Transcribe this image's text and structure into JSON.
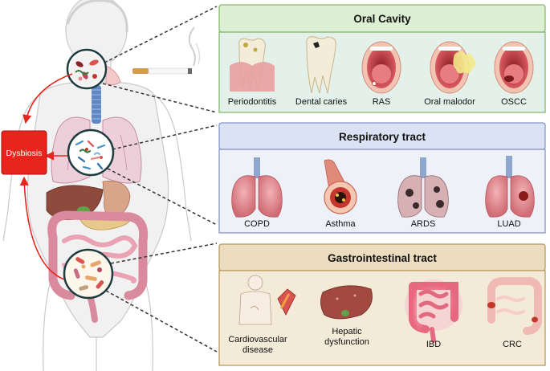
{
  "sections": [
    {
      "title": "Oral Cavity",
      "items": [
        {
          "label": "Periodontitis",
          "icon": "periodontitis-tooth-icon"
        },
        {
          "label": "Dental caries",
          "icon": "caries-tooth-icon"
        },
        {
          "label": "RAS",
          "icon": "mouth-ulcer-icon"
        },
        {
          "label": "Oral malodor",
          "icon": "mouth-malodor-icon"
        },
        {
          "label": "OSCC",
          "icon": "mouth-cancer-icon"
        }
      ]
    },
    {
      "title": "Respiratory tract",
      "items": [
        {
          "label": "COPD",
          "icon": "lungs-copd-icon"
        },
        {
          "label": "Asthma",
          "icon": "airway-asthma-icon"
        },
        {
          "label": "ARDS",
          "icon": "lungs-ards-icon"
        },
        {
          "label": "LUAD",
          "icon": "lung-tumor-icon"
        }
      ]
    },
    {
      "title": "Gastrointestinal tract",
      "items": [
        {
          "label_lines": [
            "Cardiovascular",
            "disease"
          ],
          "icon": "heart-vessel-icon"
        },
        {
          "label_lines": [
            "Hepatic",
            "dysfunction"
          ],
          "icon": "liver-icon"
        },
        {
          "label": "IBD",
          "icon": "inflamed-intestine-icon"
        },
        {
          "label": "CRC",
          "icon": "colon-tumor-icon"
        }
      ]
    }
  ],
  "dysbiosis_label": "Dysbiosis",
  "colors": {
    "oral_header": "#dcefd2",
    "oral_border": "#86b86e",
    "oral_body": "#e4f1ea",
    "resp_header": "#dbe2f4",
    "resp_border": "#8797c6",
    "resp_body": "#eef1f8",
    "gi_header": "#ecdcc0",
    "gi_border": "#b89b62",
    "gi_body": "#f3ead8",
    "dysbiosis": "#e8251c",
    "arrow": "#e8251c"
  }
}
